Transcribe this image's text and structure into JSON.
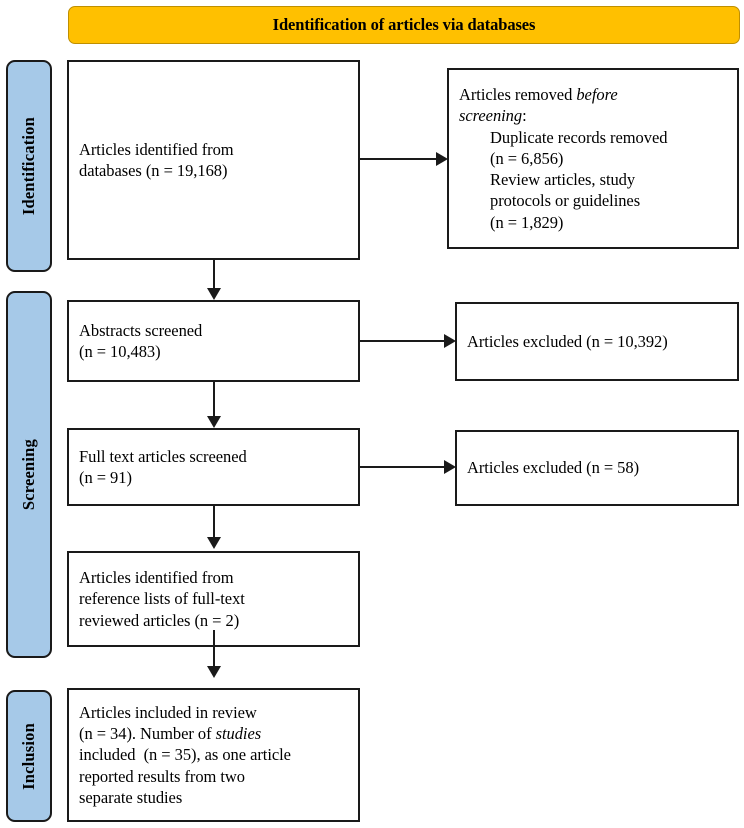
{
  "banner": {
    "title": "Identification of articles via databases"
  },
  "stages": [
    {
      "id": "identification",
      "label": "Identification"
    },
    {
      "id": "screening",
      "label": "Screening"
    },
    {
      "id": "inclusion",
      "label": "Inclusion"
    }
  ],
  "boxes": {
    "identified": {
      "line1": "Articles identified from",
      "line2": "databases (n = 19,168)"
    },
    "removed": {
      "lead_a": "Articles removed ",
      "lead_b": "before",
      "lead_c": "screening",
      "lead_d": ":",
      "item1_line1": "Duplicate records removed",
      "item1_line2": "(n = 6,856)",
      "item2_line1": "Review articles, study",
      "item2_line2": "protocols or guidelines",
      "item2_line3": "(n = 1,829)"
    },
    "abstracts": {
      "line1": "Abstracts screened",
      "line2": "(n = 10,483)"
    },
    "excluded_abstracts": {
      "line1": "Articles excluded (n = 10,392)"
    },
    "fulltext": {
      "line1": "Full text articles screened",
      "line2": "(n = 91)"
    },
    "excluded_fulltext": {
      "line1": "Articles excluded (n = 58)"
    },
    "reference": {
      "line1": "Articles identified from",
      "line2": "reference lists of full-text",
      "line3": "reviewed articles (n = 2)"
    },
    "included": {
      "line1": "Articles included in review",
      "line2a": "(n = 34). Number of ",
      "line2b": "studies",
      "line3": "included  (n = 35), as one article",
      "line4": "reported results from two",
      "line5": "separate studies"
    }
  },
  "colors": {
    "banner_fill": "#FFC000",
    "banner_border": "#BF8F00",
    "stage_fill": "#A6C9E8",
    "stroke": "#1a1a1a",
    "box_fill": "#ffffff"
  },
  "chart_data": {
    "type": "flowchart",
    "title": "Identification of articles via databases",
    "nodes": [
      {
        "id": "identified",
        "stage": "Identification",
        "label": "Articles identified from databases",
        "n": 19168
      },
      {
        "id": "removed",
        "stage": "Identification",
        "label": "Articles removed before screening",
        "children": [
          {
            "label": "Duplicate records removed",
            "n": 6856
          },
          {
            "label": "Review articles, study protocols or guidelines",
            "n": 1829
          }
        ]
      },
      {
        "id": "abstracts",
        "stage": "Screening",
        "label": "Abstracts screened",
        "n": 10483
      },
      {
        "id": "excluded_abstracts",
        "stage": "Screening",
        "label": "Articles excluded",
        "n": 10392
      },
      {
        "id": "fulltext",
        "stage": "Screening",
        "label": "Full text articles screened",
        "n": 91
      },
      {
        "id": "excluded_fulltext",
        "stage": "Screening",
        "label": "Articles excluded",
        "n": 58
      },
      {
        "id": "reference",
        "stage": "Screening",
        "label": "Articles identified from reference lists of full-text reviewed articles",
        "n": 2
      },
      {
        "id": "included",
        "stage": "Inclusion",
        "label": "Articles included in review",
        "n": 34,
        "studies_n": 35
      }
    ],
    "edges": [
      {
        "from": "identified",
        "to": "removed",
        "direction": "right"
      },
      {
        "from": "identified",
        "to": "abstracts",
        "direction": "down"
      },
      {
        "from": "abstracts",
        "to": "excluded_abstracts",
        "direction": "right"
      },
      {
        "from": "abstracts",
        "to": "fulltext",
        "direction": "down"
      },
      {
        "from": "fulltext",
        "to": "excluded_fulltext",
        "direction": "right"
      },
      {
        "from": "fulltext",
        "to": "reference",
        "direction": "down"
      },
      {
        "from": "reference",
        "to": "included",
        "direction": "down"
      }
    ]
  }
}
